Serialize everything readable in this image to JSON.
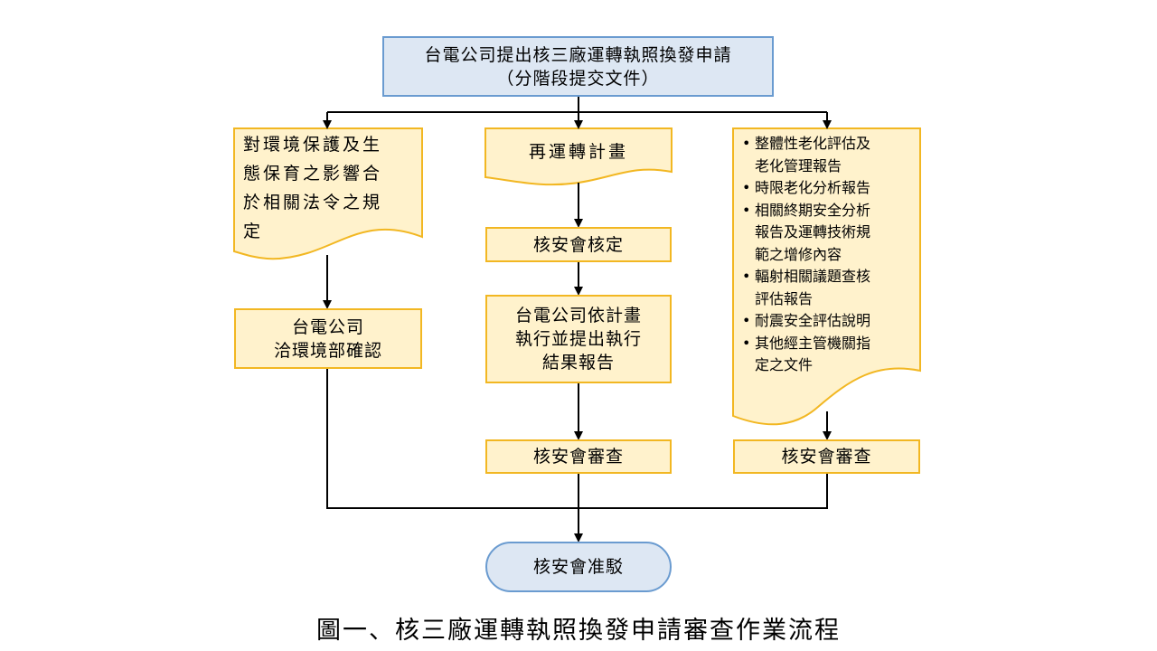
{
  "colors": {
    "blue_fill": "#dde7f3",
    "blue_border": "#6a9bd0",
    "yellow_fill": "#fff2cc",
    "yellow_border": "#f2b722",
    "line": "#000000"
  },
  "top_box": {
    "line1": "台電公司提出核三廠運轉執照換發申請",
    "line2": "（分階段提交文件）"
  },
  "left_doc": {
    "lines": [
      "對環境保護及生",
      "態保育之影響合",
      "於相關法令之規",
      "定"
    ]
  },
  "left_box": {
    "line1": "台電公司",
    "line2": "洽環境部確認"
  },
  "mid_doc": {
    "label": "再運轉計畫"
  },
  "mid_box1": {
    "label": "核安會核定"
  },
  "mid_box2": {
    "line1": "台電公司依計畫",
    "line2": "執行並提出執行",
    "line3": "結果報告"
  },
  "mid_box3": {
    "label": "核安會審查"
  },
  "right_doc": {
    "bullet": "•",
    "items": [
      {
        "line1": "整體性老化評估及",
        "line2": "老化管理報告"
      },
      {
        "line1": "時限老化分析報告",
        "line2": ""
      },
      {
        "line1": "相關終期安全分析",
        "line2": "報告及運轉技術規",
        "line3": "範之增修內容"
      },
      {
        "line1": "輻射相關議題查核",
        "line2": "評估報告"
      },
      {
        "line1": "耐震安全評估說明",
        "line2": ""
      },
      {
        "line1": "其他經主管機關指",
        "line2": "定之文件"
      }
    ]
  },
  "right_box": {
    "label": "核安會審查"
  },
  "terminal": {
    "label": "核安會准駁"
  },
  "caption": "圖一、核三廠運轉執照換發申請審查作業流程"
}
